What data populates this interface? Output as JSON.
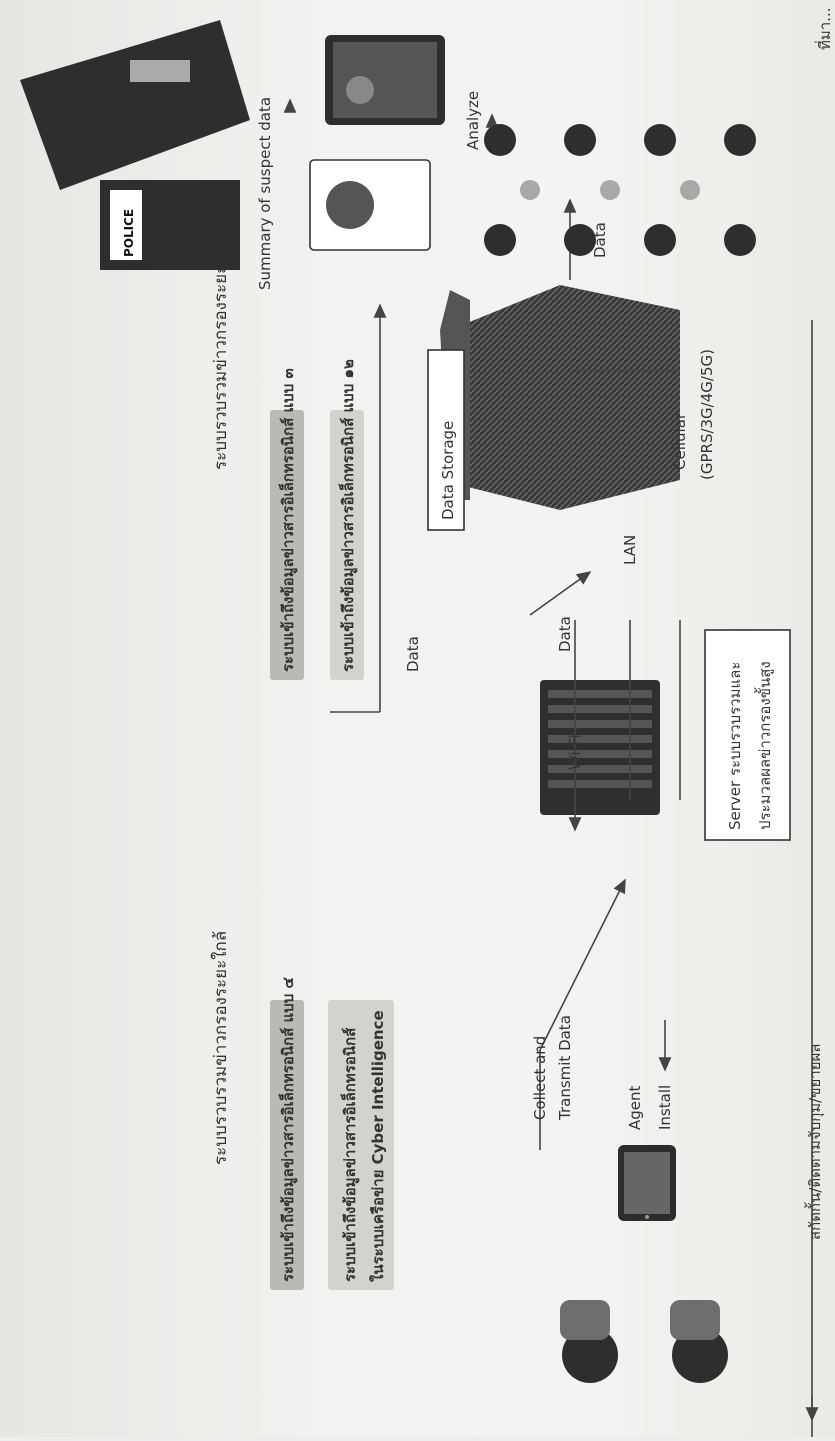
{
  "headers": {
    "near_system": "ระบบรวบรวมข่าวกรองระยะใกล้",
    "far_system": "ระบบรวบรวมข่าวกรองระยะไกล"
  },
  "bars": {
    "near_top": "ระบบเข้าถึงข้อมูลข่าวสารอิเล็กทรอนิกส์ แบบ ๔",
    "near_bottom_line1": "ระบบเข้าถึงข้อมูลข่าวสารอิเล็กทรอนิกส์",
    "near_bottom_line2": "ในระบบเครือข่าย Cyber Intelligence",
    "far_top": "ระบบเข้าถึงข้อมูลข่าวสารอิเล็กทรอนิกส์ แบบ ๓",
    "far_bottom": "ระบบเข้าถึงข้อมูลข่าวสารอิเล็กทรอนิกส์ แบบ ๑๒"
  },
  "labels": {
    "data_top": "Data",
    "data_middle": "Data",
    "data_left": "Data",
    "data_storage": "Data Storage",
    "summary": "Summary of suspect data",
    "analyze": "Analyze",
    "collect_line1": "Collect and",
    "collect_line2": "Transmit Data",
    "agent_line1": "Agent",
    "agent_line2": "Install",
    "wifi": "Wi-Fi",
    "lan": "LAN",
    "cellular": "Cellular",
    "cellular_types": "(GPRS/3G/4G/5G)",
    "server_line1": "Server ระบบรวบรวมและ",
    "server_line2": "ประมวลผลข่าวกรองขั้นสูง",
    "bottom_note": "สกัดกั้น/ติดตามจับกุม/ขยายผล",
    "police_sign": "POLICE",
    "footer_mark": "ที่มา..."
  },
  "icons": [
    "police-car-icon",
    "police-station-icon",
    "monitor-analytics-icon",
    "document-search-icon",
    "data-storage-icon",
    "server-rack-icon",
    "smartphone-icon",
    "suspect-icon",
    "crowd-person-icon"
  ]
}
